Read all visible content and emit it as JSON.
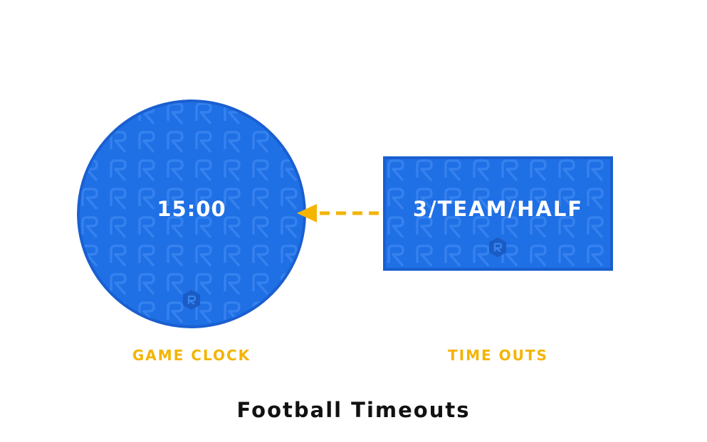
{
  "title": "Football Timeouts",
  "game_clock": {
    "value": "15:00",
    "label": "GAME CLOCK"
  },
  "timeouts": {
    "value": "3/TEAM/HALF",
    "label": "TIME OUTS"
  },
  "colors": {
    "shape_fill": "#1f6fe5",
    "shape_border": "#1a5fd0",
    "pattern": "#3a85f0",
    "label": "#f4b400",
    "arrow": "#f4b400",
    "title": "#111111"
  },
  "icons": {
    "logo": "hexagon-r-logo",
    "arrow": "dashed-arrow-left"
  }
}
